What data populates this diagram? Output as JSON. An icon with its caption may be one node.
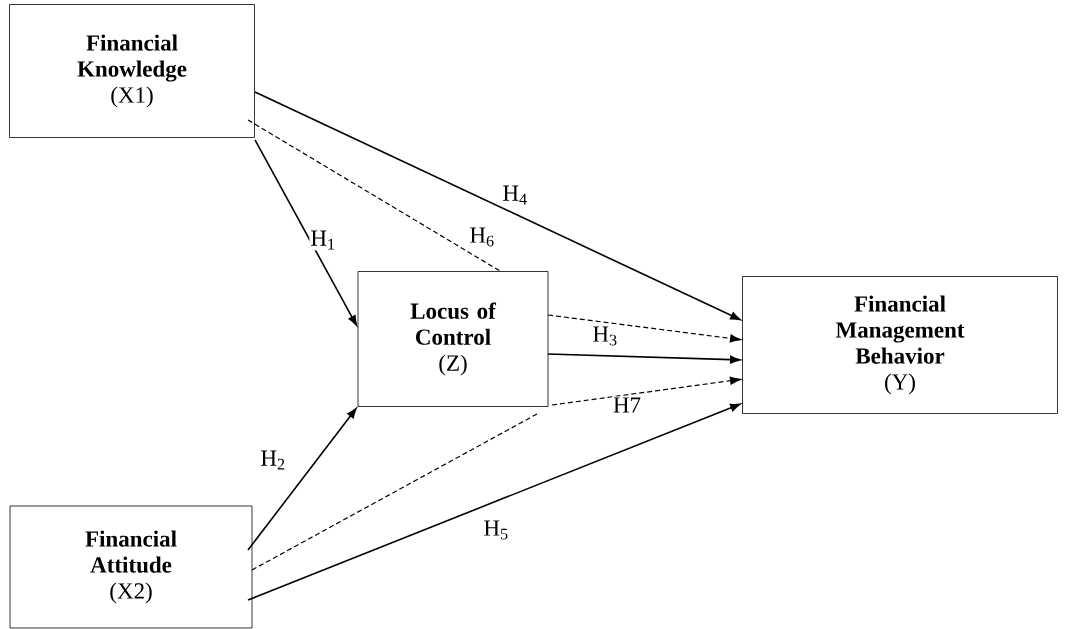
{
  "diagram": {
    "nodes": [
      {
        "text": [
          "Financial Knowledge",
          "(X1)"
        ]
      },
      {
        "text": [
          "Locus of Control",
          "(Z)"
        ]
      },
      {
        "text": [
          "Financial Management Behavior",
          "(Y)"
        ]
      },
      {
        "text": [
          "Financial Attitude",
          "(X2)"
        ]
      }
    ],
    "edges": [
      {
        "from": 0,
        "to": 1,
        "arrow": "to",
        "label": "H$_{1}$"
      },
      {
        "from": 0,
        "to": 2,
        "arrow": "to",
        "label": "H$_{4}$"
      },
      {
        "from": 0,
        "to": 1,
        "arrow": "none",
        "style": "dashed",
        "label": "H$_{6}$"
      },
      {
        "from": 1,
        "to": 2,
        "arrow": "to",
        "style": "dashed"
      },
      {
        "from": 1,
        "to": 2,
        "arrow": "to",
        "label": "H$_{3}$"
      },
      {
        "from": 1,
        "to": 2,
        "arrow": "to",
        "style": "dashed",
        "label": "H7"
      },
      {
        "from": 3,
        "to": 1,
        "arrow": "to",
        "label": "H$_{2}$"
      },
      {
        "from": 3,
        "to": 1,
        "arrow": "none",
        "style": "dashed"
      },
      {
        "from": 3,
        "to": 2,
        "arrow": "to",
        "label": "H$_{5}$"
      }
    ]
  }
}
